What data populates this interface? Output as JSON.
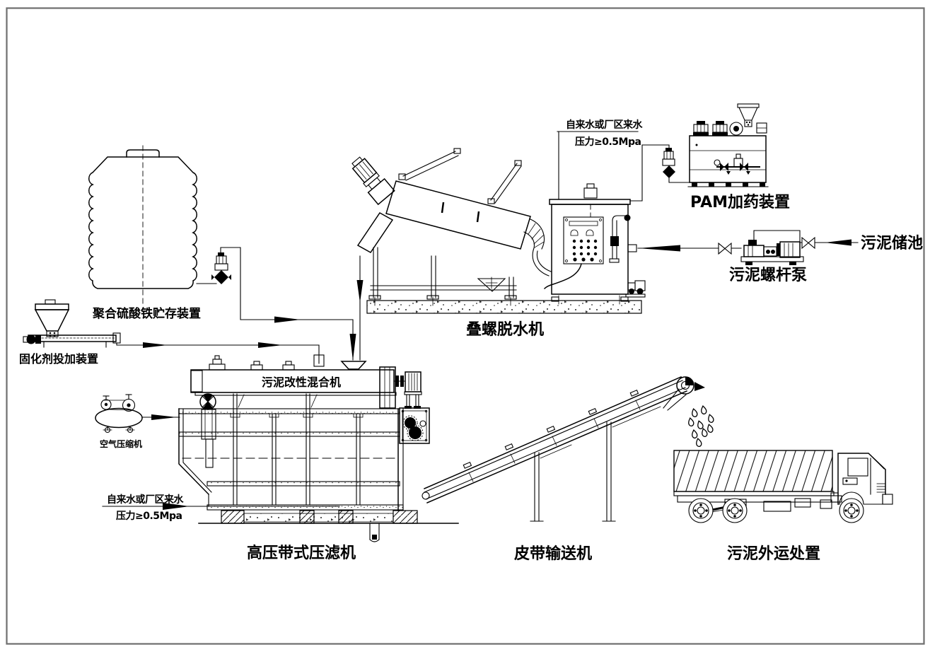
{
  "page": {
    "background": "#ffffff",
    "border_color": "#6f6f6f",
    "line_color": "#000000"
  },
  "labels": {
    "storage_tank": "聚合硫酸铁贮存装置",
    "solidifier_doser": "固化剂投加装置",
    "air_compressor": "空气压缩机",
    "screw_dewaterer": "叠螺脱水机",
    "pam_dosing": "PAM加药装置",
    "sludge_pool": "污泥储池",
    "sludge_screw_pump": "污泥螺杆泵",
    "sludge_mixer": "污泥改性混合机",
    "belt_filter_press": "高压带式压滤机",
    "belt_conveyor": "皮带输送机",
    "truck_disposal": "污泥外运处置"
  },
  "annotations": {
    "water_top": {
      "line1": "自来水或厂区来水",
      "line2": "压力≥0.5Mpa"
    },
    "water_bottom": {
      "line1": "自来水或厂区来水",
      "line2": "压力≥0.5Mpa"
    }
  }
}
